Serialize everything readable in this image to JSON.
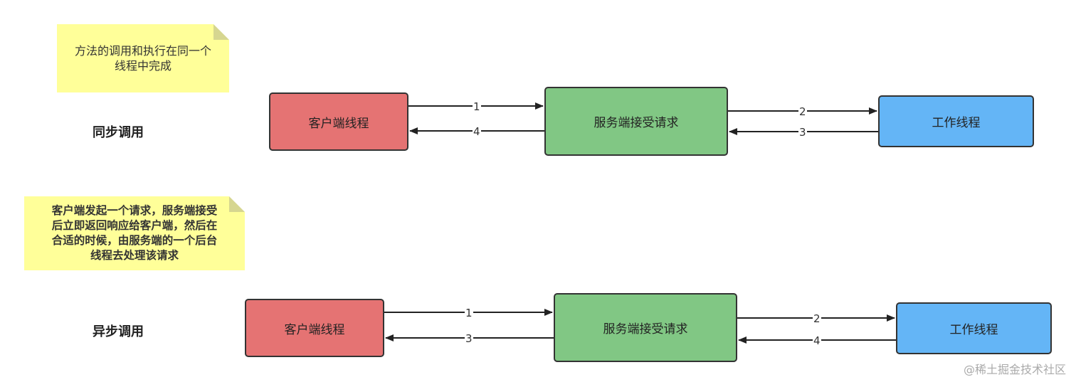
{
  "sync": {
    "note": "方法的调用和执行在同一个\n线程中完成",
    "label": "同步调用",
    "client": "客户端线程",
    "server": "服务端接受请求",
    "worker": "工作线程",
    "arrows": [
      "1",
      "4",
      "2",
      "3"
    ]
  },
  "async": {
    "note": "客户端发起一个请求，服务端接受\n后立即返回响应给客户端，然后在\n合适的时候，由服务端的一个后台\n线程去处理该请求",
    "label": "异步调用",
    "client": "客户端线程",
    "server": "服务端接受请求",
    "worker": "工作线程",
    "arrows": [
      "1",
      "3",
      "2",
      "4"
    ]
  },
  "watermark": "@稀土掘金技术社区",
  "colors": {
    "client": "#e57373",
    "server": "#81c784",
    "worker": "#64b5f6",
    "note": "#ffff99"
  }
}
